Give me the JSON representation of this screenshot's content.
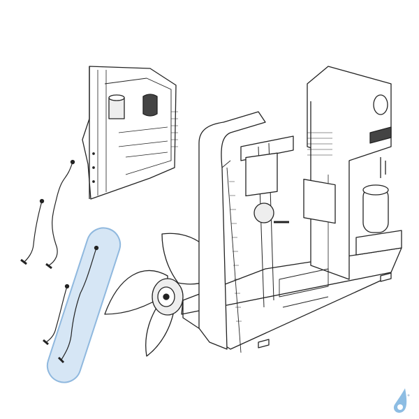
{
  "diagram": {
    "type": "exploded-parts-view",
    "colors": {
      "line": "#222222",
      "fill": "#ffffff",
      "shade": "#d9d9d9",
      "highlight_fill": "#d6e6f5",
      "highlight_stroke": "#8fb8de",
      "logo": "#8dbde3"
    },
    "parts": [
      {
        "name": "control-box-assembly",
        "highlighted": false
      },
      {
        "name": "sensor-wire-1",
        "highlighted": false
      },
      {
        "name": "sensor-wire-2",
        "highlighted": false
      },
      {
        "name": "sensor-wire-3",
        "highlighted": true
      },
      {
        "name": "fan-propeller",
        "highlighted": false
      },
      {
        "name": "outdoor-unit-chassis",
        "highlighted": false
      }
    ],
    "logo_icon": "water-drop-logo"
  }
}
